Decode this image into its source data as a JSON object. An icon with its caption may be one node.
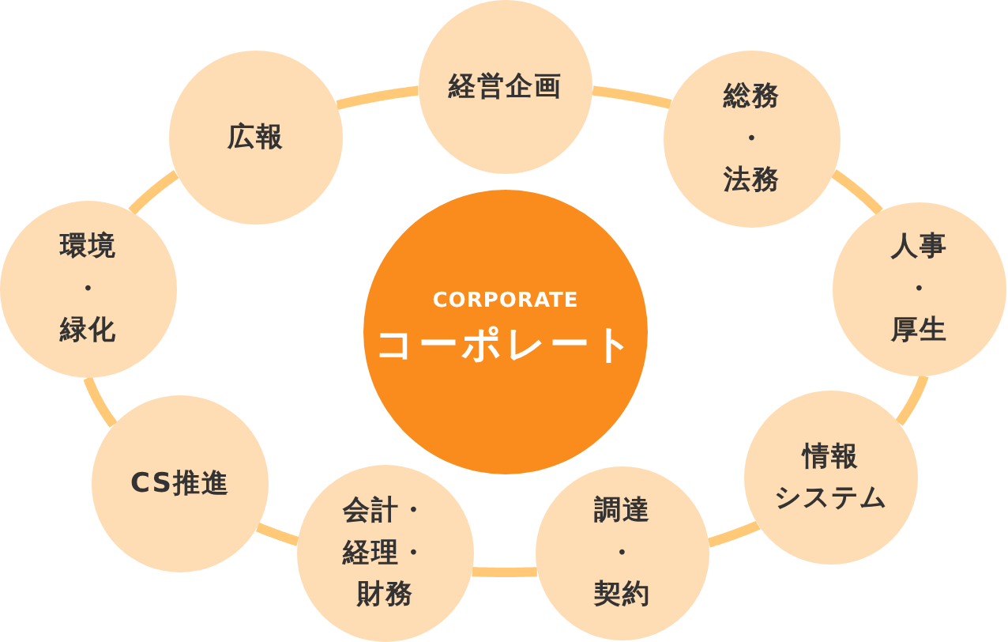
{
  "diagram": {
    "nodes": [
      {
        "text": [
          "CORPORATE",
          "コーポレート"
        ]
      },
      {
        "text": [
          "経営企画"
        ]
      },
      {
        "text": [
          "総務・法務"
        ]
      },
      {
        "text": [
          "人事・厚生"
        ]
      },
      {
        "text": [
          "情報システム"
        ]
      },
      {
        "text": [
          "調達・契約"
        ]
      },
      {
        "text": [
          "会計・経理・財務"
        ]
      },
      {
        "text": [
          "CS推進"
        ]
      },
      {
        "text": [
          "環境・緑化"
        ]
      },
      {
        "text": [
          "広報"
        ]
      }
    ],
    "edges": [
      {
        "from": 1,
        "to": 2,
        "arrow": "none"
      },
      {
        "from": 2,
        "to": 3,
        "arrow": "none"
      },
      {
        "from": 3,
        "to": 4,
        "arrow": "none"
      },
      {
        "from": 4,
        "to": 5,
        "arrow": "none"
      },
      {
        "from": 5,
        "to": 6,
        "arrow": "none"
      },
      {
        "from": 6,
        "to": 7,
        "arrow": "none"
      },
      {
        "from": 7,
        "to": 8,
        "arrow": "none"
      },
      {
        "from": 8,
        "to": 9,
        "arrow": "none"
      },
      {
        "from": 9,
        "to": 1,
        "arrow": "none"
      }
    ]
  }
}
